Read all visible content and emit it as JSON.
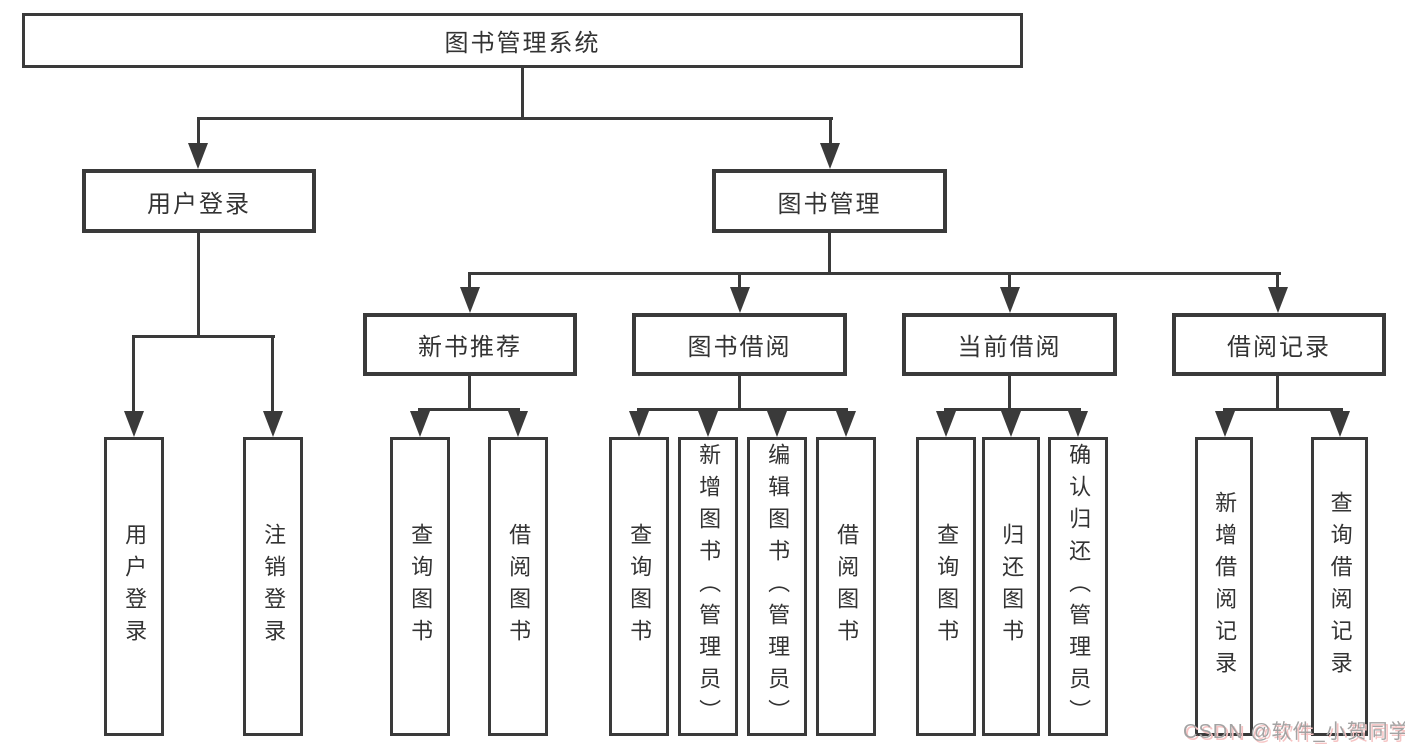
{
  "diagram": {
    "root": {
      "label": "图书管理系统"
    },
    "branches": [
      {
        "label": "用户登录",
        "children": [
          {
            "label": "用户登录"
          },
          {
            "label": "注销登录"
          }
        ]
      },
      {
        "label": "图书管理",
        "children": [
          {
            "label": "新书推荐",
            "children": [
              {
                "label": "查询图书"
              },
              {
                "label": "借阅图书"
              }
            ]
          },
          {
            "label": "图书借阅",
            "children": [
              {
                "label": "查询图书"
              },
              {
                "label": "新增图书（管理员）"
              },
              {
                "label": "编辑图书（管理员）"
              },
              {
                "label": "借阅图书"
              }
            ]
          },
          {
            "label": "当前借阅",
            "children": [
              {
                "label": "查询图书"
              },
              {
                "label": "归还图书"
              },
              {
                "label": "确认归还（管理员）"
              }
            ]
          },
          {
            "label": "借阅记录",
            "children": [
              {
                "label": "新增借阅记录"
              },
              {
                "label": "查询借阅记录"
              }
            ]
          }
        ]
      }
    ]
  },
  "watermark": {
    "text": "CSDN @软件_小贺同学"
  },
  "colors": {
    "line": "#3a3a3a",
    "text": "#333333",
    "background": "#ffffff",
    "watermark_gray": "#a3a3a3",
    "watermark_pink": "#f6c3c3"
  }
}
